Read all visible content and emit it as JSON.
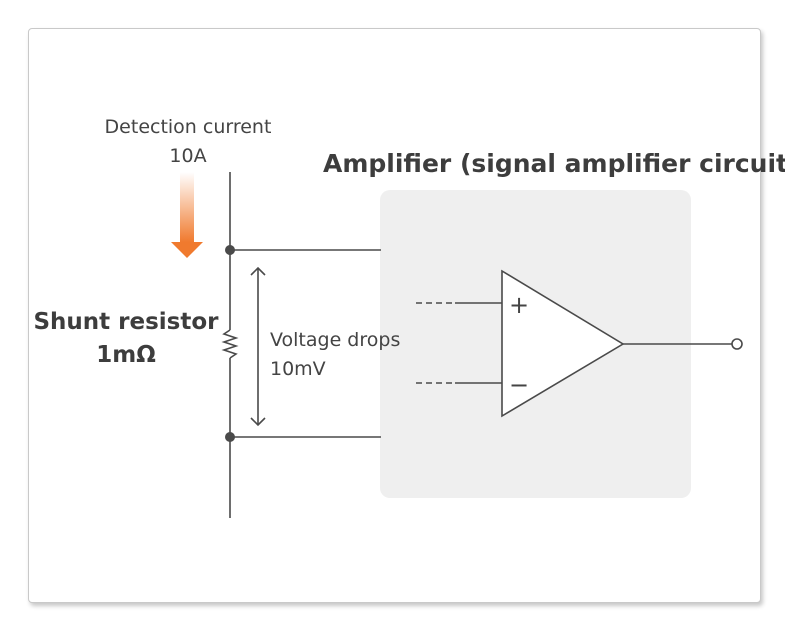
{
  "diagram": {
    "detection_label": "Detection current",
    "detection_value": "10A",
    "amplifier_title": "Amplifier (signal amplifier circuit)",
    "shunt_label": "Shunt resistor",
    "shunt_value": "1mΩ",
    "voltage_label": "Voltage drops",
    "voltage_value": "10mV",
    "plus_sign": "+",
    "minus_sign": "−"
  },
  "colors": {
    "arrow": "#f07a2e",
    "panel": "#efefef",
    "wire": "#4a4a4a",
    "text": "#444444"
  }
}
